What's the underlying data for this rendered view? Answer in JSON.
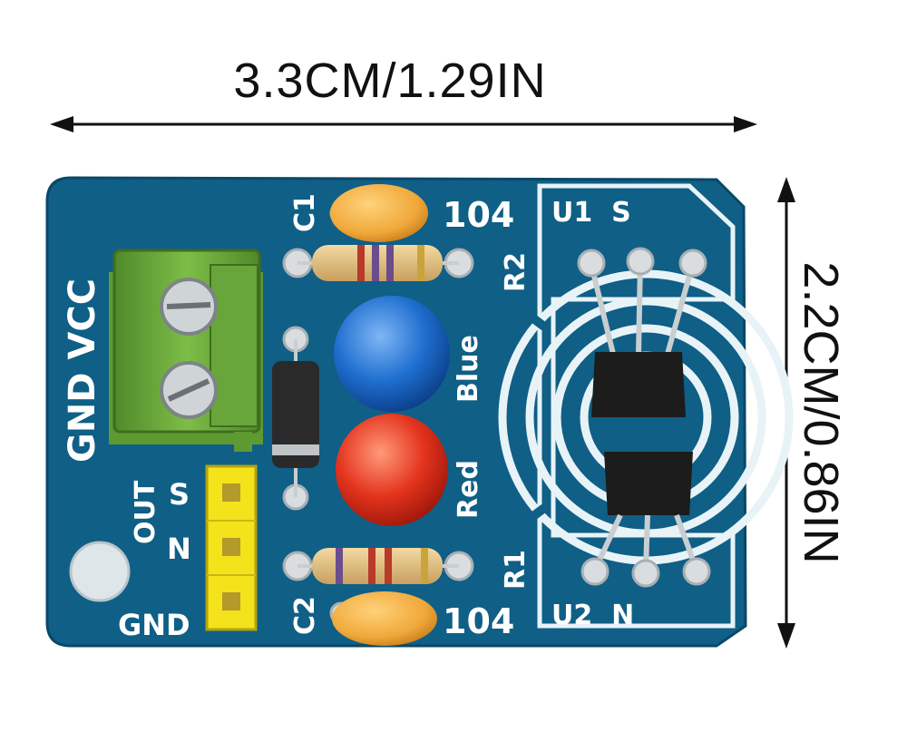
{
  "dimensions": {
    "width_label": "3.3CM/1.29IN",
    "height_label": "2.2CM/0.86IN"
  },
  "silkscreen": {
    "power": "GND VCC",
    "out": "OUT",
    "s": "S",
    "n": "N",
    "gnd": "GND",
    "c1": "C1",
    "c2": "C2",
    "r1": "R1",
    "r2": "R2",
    "cap_value_top": "104",
    "cap_value_bottom": "104",
    "blue": "Blue",
    "red": "Red",
    "u1": "U1  S",
    "u2": "U2  N"
  },
  "colors": {
    "pcb": "#0f5f86",
    "terminal": "#6aa63a",
    "header": "#f4e21a",
    "led_blue": "#1f6fd0",
    "led_red": "#e4341d",
    "capacitor": "#f0a83a"
  }
}
